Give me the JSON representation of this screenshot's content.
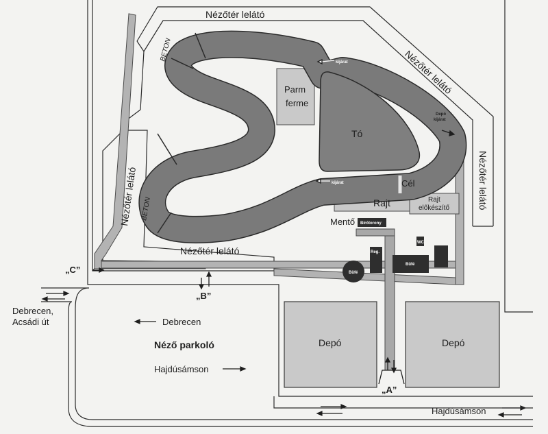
{
  "labels": {
    "nezoter_top": "Nézőtér lelátó",
    "nezoter_right_diag": "Nézőtér lelátó",
    "nezoter_right_vert": "Nézőtér lelátó",
    "nezoter_left": "Nézőtér lelátó",
    "nezoter_bottom": "Nézőtér lelátó",
    "parc_ferme_1": "Parm",
    "parc_ferme_2": "ferme",
    "to": "Tó",
    "cel": "Cél",
    "rajt": "Rajt",
    "rajt_elokeszito_1": "Rajt",
    "rajt_elokeszito_2": "előkészítő",
    "mento": "Mentő",
    "biroi_torony": "Bírótorony",
    "bufe_1": "Büfé",
    "bufe_2": "Büfé",
    "reg": "Reg.",
    "wc": "WC",
    "depo_left": "Depó",
    "depo_right": "Depó",
    "depo_kijarat_1": "Depó",
    "depo_kijarat_2": "kijárat",
    "kijarat_top": "kijárat",
    "kijarat_mid": "kijárat",
    "gate_a": "„A”",
    "gate_b": "„B”",
    "gate_c": "„C”",
    "nezo_parkolo": "Néző parkoló",
    "debrecen": "Debrecen",
    "hajdusamson_mid": "Hajdúsámson",
    "debrecen_acsadi_1": "Debrecen,",
    "debrecen_acsadi_2": "Acsádi út",
    "hajdusamson_bottom": "Hajdúsámson",
    "beton_1": "BETON",
    "beton_2": "BETON"
  },
  "colors": {
    "track": "#777777",
    "track_edge": "#2a2a2a",
    "lake": "#7f7f7f",
    "zone": "#c9c9c9",
    "pit_road": "#a8a8a8",
    "building": "#2e2e2e",
    "paper": "#f3f3f1"
  }
}
